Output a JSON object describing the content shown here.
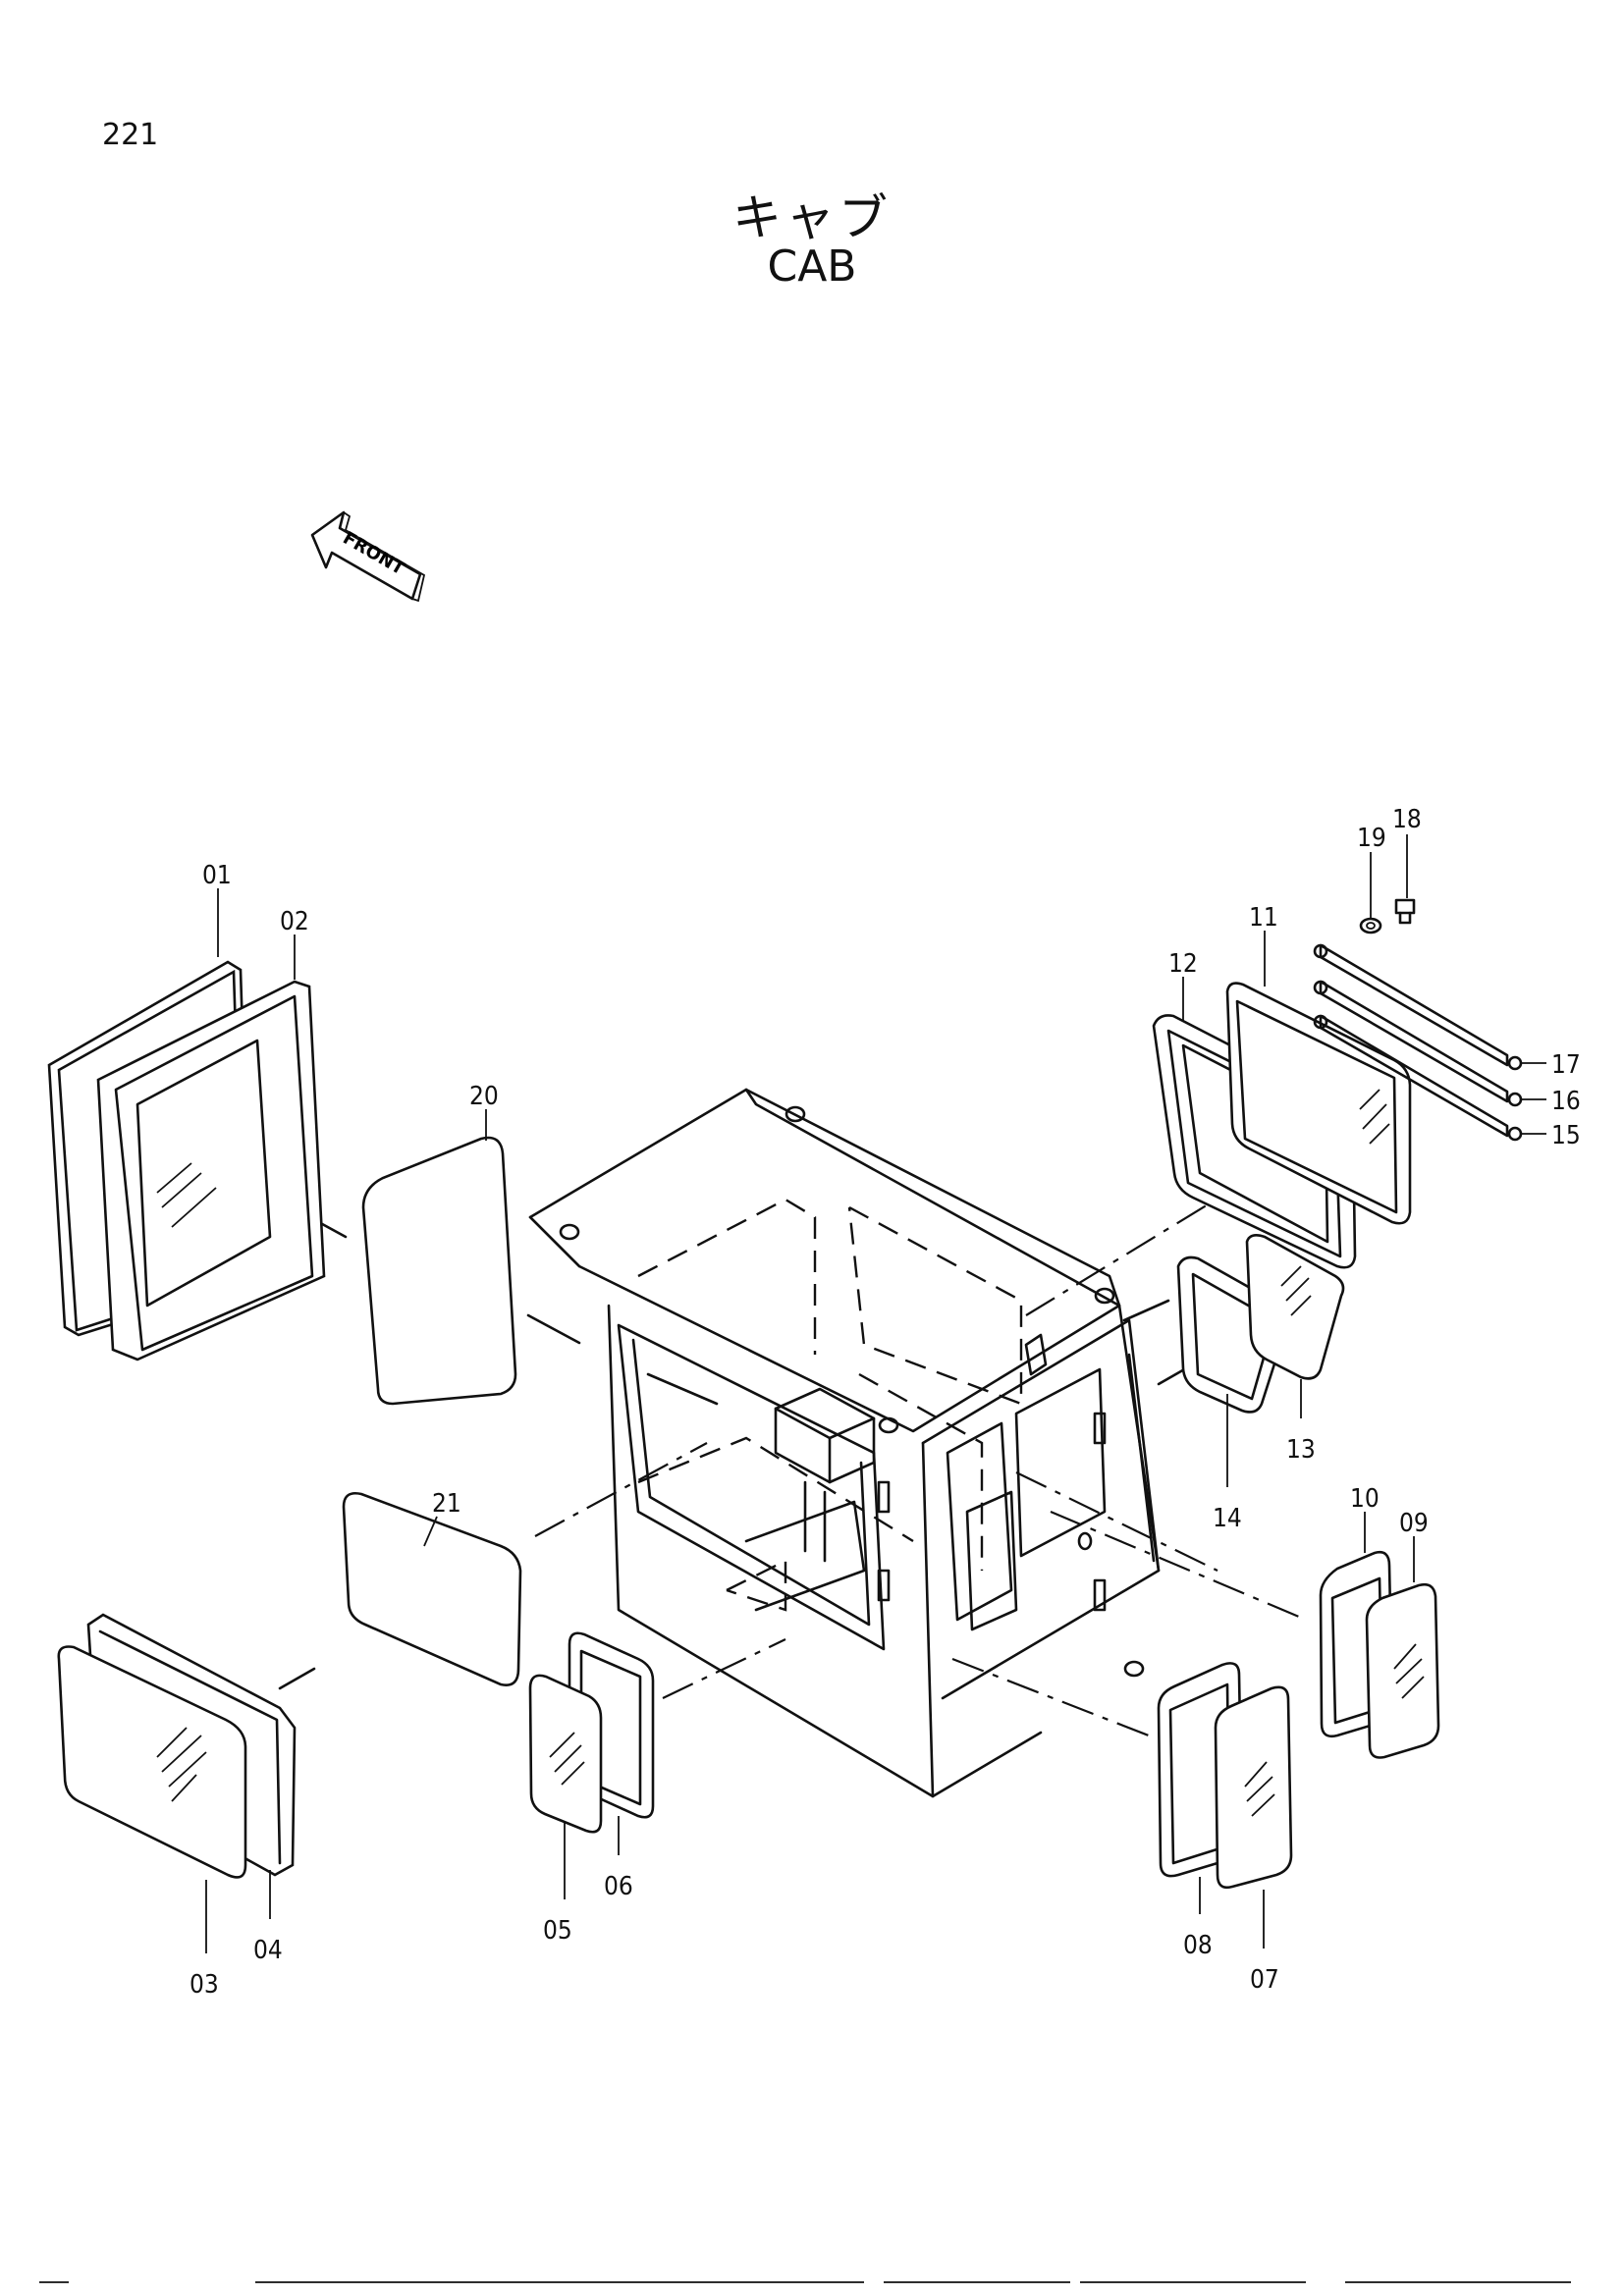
{
  "page": {
    "number": "221"
  },
  "title": {
    "japanese": "キャブ",
    "english": "CAB"
  },
  "front_marker": {
    "label": "FRONT",
    "icon": "front-direction-arrow-icon"
  },
  "callouts": [
    "01",
    "02",
    "03",
    "04",
    "05",
    "06",
    "07",
    "08",
    "09",
    "10",
    "11",
    "12",
    "13",
    "14",
    "15",
    "16",
    "17",
    "18",
    "19",
    "20",
    "21"
  ],
  "icons": {
    "cab": "cab-frame-icon",
    "glass": "window-glass-icon",
    "seal": "window-seal-icon",
    "bar": "support-bar-icon",
    "bolt": "bolt-icon",
    "washer": "washer-icon"
  }
}
